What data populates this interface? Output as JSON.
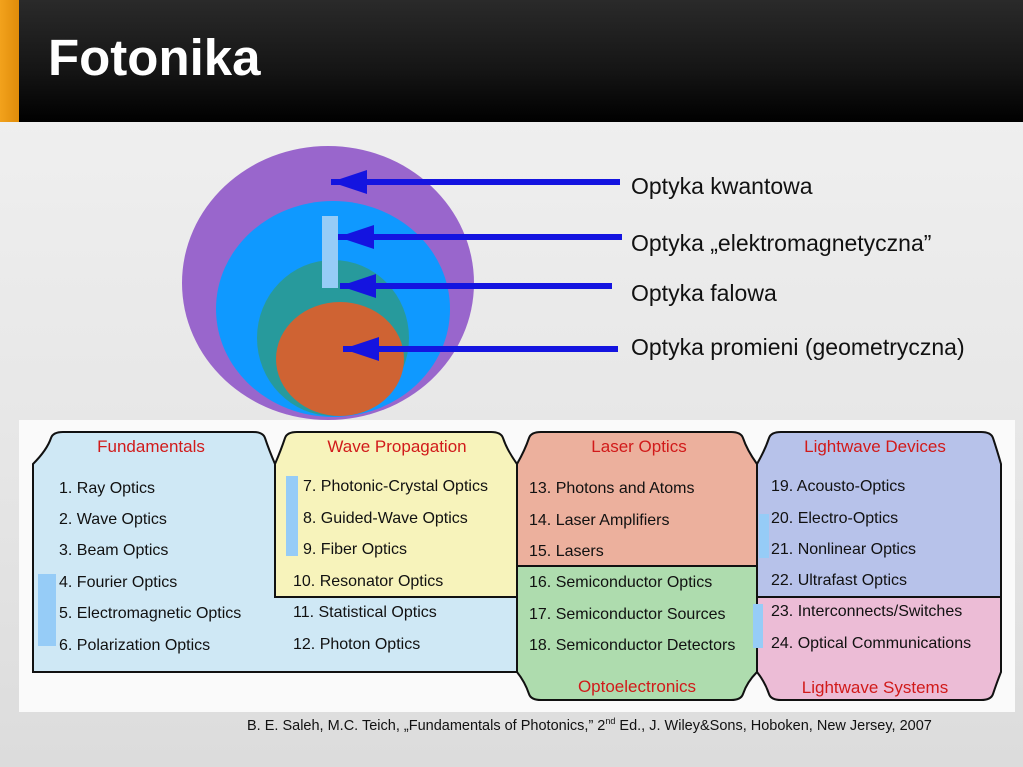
{
  "slide": {
    "title": "Fotonika"
  },
  "circle_labels": [
    "Optyka kwantowa",
    "Optyka „elektromagnetyczna”",
    "Optyka falowa",
    "Optyka promieni (geometryczna)"
  ],
  "book_figure": {
    "groups": [
      {
        "header": "Fundamentals",
        "items": [
          "1. Ray Optics",
          "2. Wave Optics",
          "3. Beam Optics",
          "4. Fourier Optics",
          "5. Electromagnetic Optics",
          "6. Polarization Optics"
        ]
      },
      {
        "header": "Wave Propagation",
        "items": [
          "7. Photonic-Crystal Optics",
          "8. Guided-Wave Optics",
          "9. Fiber Optics",
          "10. Resonator Optics"
        ]
      },
      {
        "header": "",
        "items": [
          "11. Statistical Optics",
          "12. Photon Optics"
        ]
      },
      {
        "header": "Laser Optics",
        "items": [
          "13. Photons and Atoms",
          "14. Laser Amplifiers",
          "15. Lasers"
        ]
      },
      {
        "header": "Optoelectronics",
        "items": [
          "16. Semiconductor Optics",
          "17. Semiconductor Sources",
          "18. Semiconductor Detectors"
        ]
      },
      {
        "header": "Lightwave Devices",
        "items": [
          "19. Acousto-Optics",
          "20. Electro-Optics",
          "21. Nonlinear Optics",
          "22. Ultrafast Optics"
        ]
      },
      {
        "header": "Lightwave Systems",
        "items": [
          "23. Interconnects/Switches",
          "24. Optical Communications"
        ]
      }
    ]
  },
  "citation": {
    "before": "B. E. Saleh, M.C. Teich, „Fundamentals of Photonics,” 2",
    "sup": "nd",
    "after": " Ed., J. Wiley&Sons, Hoboken, New Jersey, 2007"
  },
  "colors": {
    "quantum": "#9966cc",
    "electromagnetic": "#0f99ff",
    "wave": "#279a9c",
    "ray": "#cf6333",
    "arrow": "#1414e0",
    "header_text": "#d11a1a",
    "fundamentals_bg": "#cfe8f5",
    "wave_prop_bg": "#f7f3bb",
    "laser_bg": "#ecb09d",
    "opto_bg": "#aedcae",
    "devices_bg": "#b7c2ea",
    "systems_bg": "#ecbcd6",
    "marker": "#96ccf7"
  }
}
